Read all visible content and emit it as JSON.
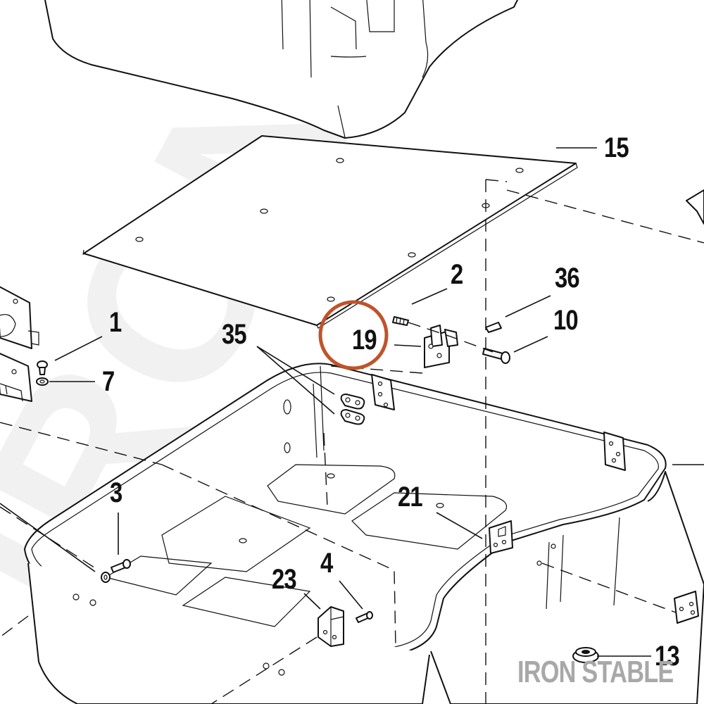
{
  "diagram": {
    "callouts": [
      {
        "id": "15",
        "label": "15"
      },
      {
        "id": "2",
        "label": "2"
      },
      {
        "id": "36",
        "label": "36"
      },
      {
        "id": "10",
        "label": "10"
      },
      {
        "id": "1",
        "label": "1"
      },
      {
        "id": "35",
        "label": "35"
      },
      {
        "id": "19",
        "label": "19"
      },
      {
        "id": "7",
        "label": "7"
      },
      {
        "id": "3",
        "label": "3"
      },
      {
        "id": "21",
        "label": "21"
      },
      {
        "id": "4",
        "label": "4"
      },
      {
        "id": "23",
        "label": "23"
      },
      {
        "id": "13",
        "label": "13"
      }
    ],
    "highlight_color": "#c0532a",
    "line_color": "#111111"
  },
  "branding": {
    "watermark_text": "IRON STABLE",
    "logo_text": "IRON STABLE",
    "watermark_color": "#a8a8a8"
  }
}
